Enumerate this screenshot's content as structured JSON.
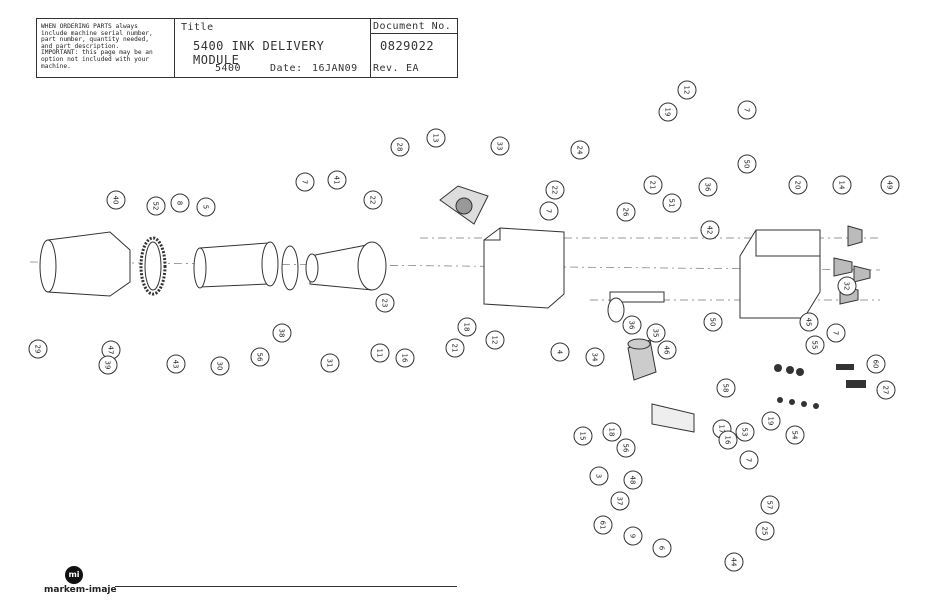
{
  "title_block": {
    "note_lines": [
      "WHEN ORDERING PARTS always",
      "include machine serial number,",
      "part number, quantity needed,",
      "and part description.",
      "IMPORTANT: this page may be an",
      "option not included with your",
      "machine."
    ],
    "title_label": "Title",
    "title": "5400 INK DELIVERY MODULE",
    "model": "5400",
    "date_label": "Date:",
    "date": "16JAN09",
    "document_label": "Document No.",
    "document_number": "0829022",
    "rev_label": "Rev.",
    "rev": "EA"
  },
  "brand": {
    "logo_text": "mi",
    "name": "markem-imaje"
  },
  "callouts": [
    "40",
    "52",
    "8",
    "5",
    "29",
    "47",
    "39",
    "43",
    "30",
    "56",
    "38",
    "7",
    "41",
    "22",
    "23",
    "31",
    "11",
    "16",
    "21",
    "18",
    "12",
    "28",
    "13",
    "33",
    "22",
    "7",
    "26",
    "24",
    "51",
    "36",
    "35",
    "34",
    "4",
    "46",
    "21",
    "12",
    "19",
    "7",
    "50",
    "36",
    "42",
    "20",
    "14",
    "49",
    "50",
    "32",
    "45",
    "7",
    "55",
    "58",
    "60",
    "27",
    "15",
    "18",
    "56",
    "17",
    "16",
    "7",
    "53",
    "54",
    "19",
    "3",
    "48",
    "37",
    "57",
    "61",
    "25",
    "9",
    "6",
    "44"
  ]
}
